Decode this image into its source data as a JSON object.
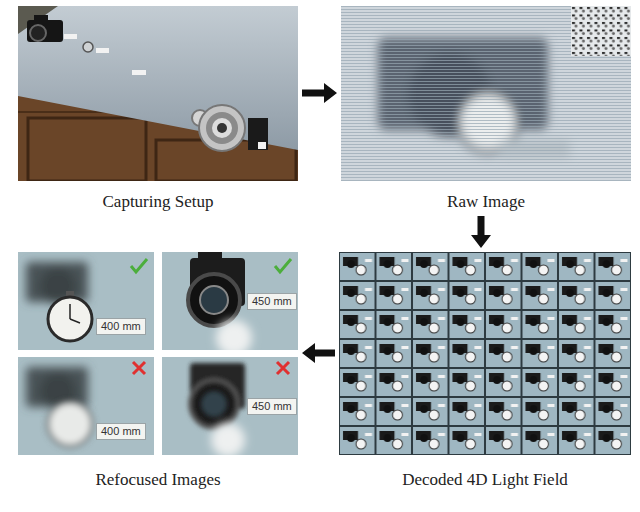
{
  "diagram": {
    "nodes": [
      {
        "text": [
          "Capturing Setup"
        ]
      },
      {
        "text": [
          "Raw Image"
        ]
      },
      {
        "text": [
          "Decoded 4D Light Field"
        ]
      },
      {
        "text": [
          "Refocused Images"
        ]
      }
    ],
    "edges": [
      {
        "from": 0,
        "to": 1,
        "arrow": "to"
      },
      {
        "from": 1,
        "to": 2,
        "arrow": "to"
      },
      {
        "from": 2,
        "to": 3,
        "arrow": "to"
      }
    ],
    "labels": [
      "400 mm",
      "450 mm",
      "400 mm",
      "450 mm"
    ]
  }
}
